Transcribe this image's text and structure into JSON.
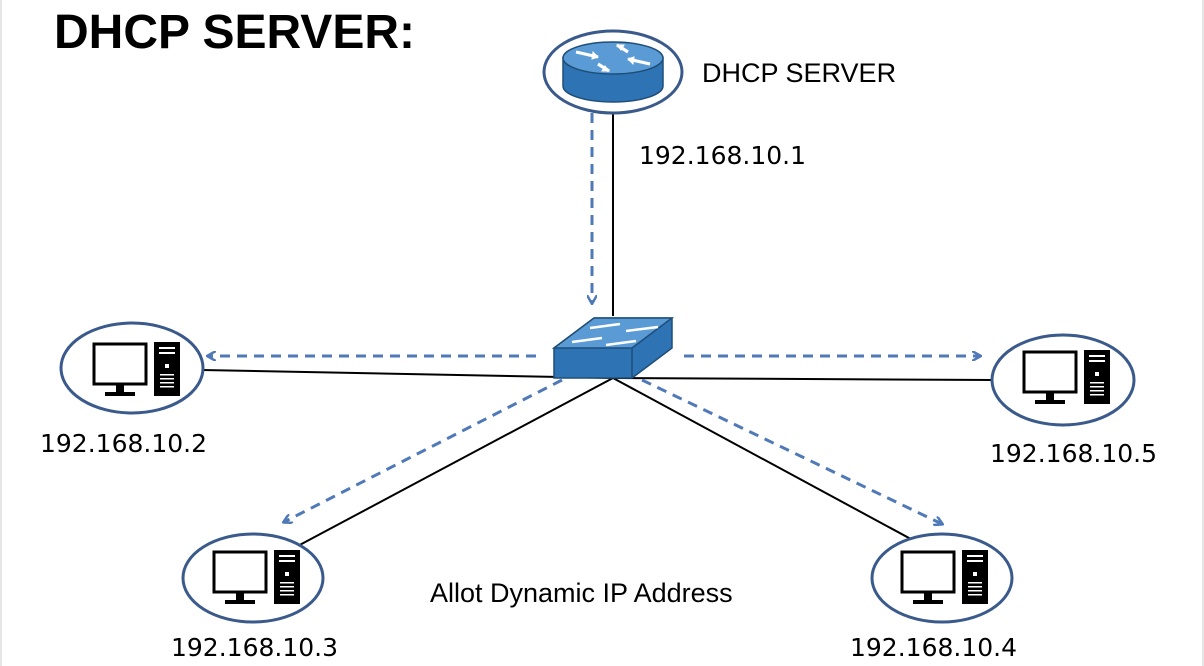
{
  "title": "DHCP SERVER:",
  "server": {
    "name": "DHCP SERVER",
    "ip": "192.168.10.1",
    "icon": "router-icon"
  },
  "switch": {
    "icon": "network-switch-icon"
  },
  "clients": [
    {
      "ip": "192.168.10.2",
      "icon": "desktop-computer-icon"
    },
    {
      "ip": "192.168.10.3",
      "icon": "desktop-computer-icon"
    },
    {
      "ip": "192.168.10.4",
      "icon": "desktop-computer-icon"
    },
    {
      "ip": "192.168.10.5",
      "icon": "desktop-computer-icon"
    }
  ],
  "caption": "Allot Dynamic IP Address",
  "colors": {
    "arrow": "#4f79b7",
    "node_outline": "#3a5a8c",
    "device_blue": "#2e74b5",
    "device_top": "#5b9bd5",
    "link": "#000000"
  }
}
